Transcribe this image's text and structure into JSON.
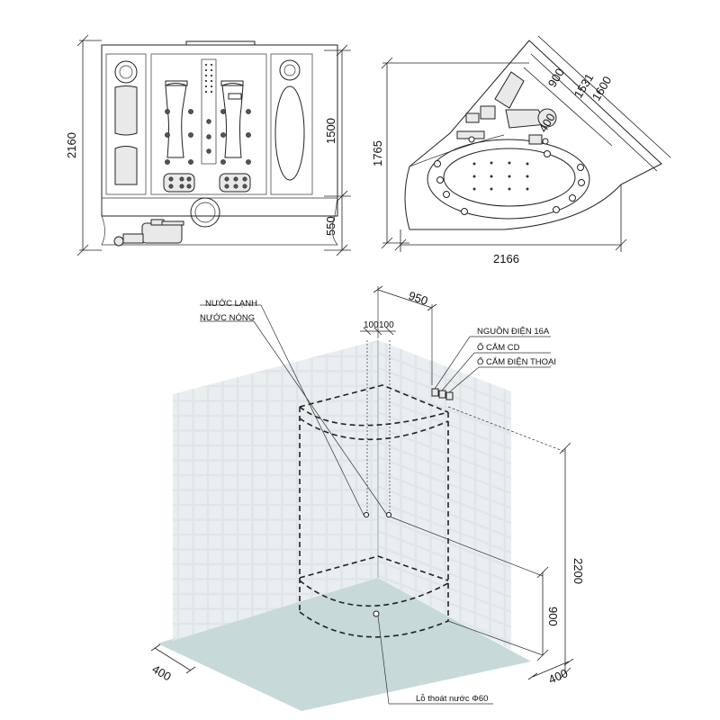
{
  "front_view": {
    "dim_total_height": "2160",
    "dim_upper_height": "1500",
    "dim_lower_height": "550"
  },
  "top_view": {
    "dim_depth": "1765",
    "dim_width": "2166",
    "dim_diag_1600": "1600",
    "dim_diag_1531": "1531",
    "dim_diag_900": "900",
    "dim_inner_400": "400"
  },
  "installation": {
    "dim_offset_950": "950",
    "dim_100_a": "100",
    "dim_100_b": "100",
    "dim_height_2200": "2200",
    "dim_height_900": "900",
    "dim_floor_400_left": "400",
    "dim_floor_400_right": "400",
    "labels": {
      "cold_water": "NƯỚC LẠNH",
      "hot_water": "NƯỚC NÓNG",
      "power": "NGUỒN ĐIỆN 16A",
      "cd_socket": "Ổ CẮM CD",
      "phone_socket": "Ổ CẮM ĐIỆN THOẠI",
      "drain": "Lỗ thoát nước  Φ60"
    }
  }
}
